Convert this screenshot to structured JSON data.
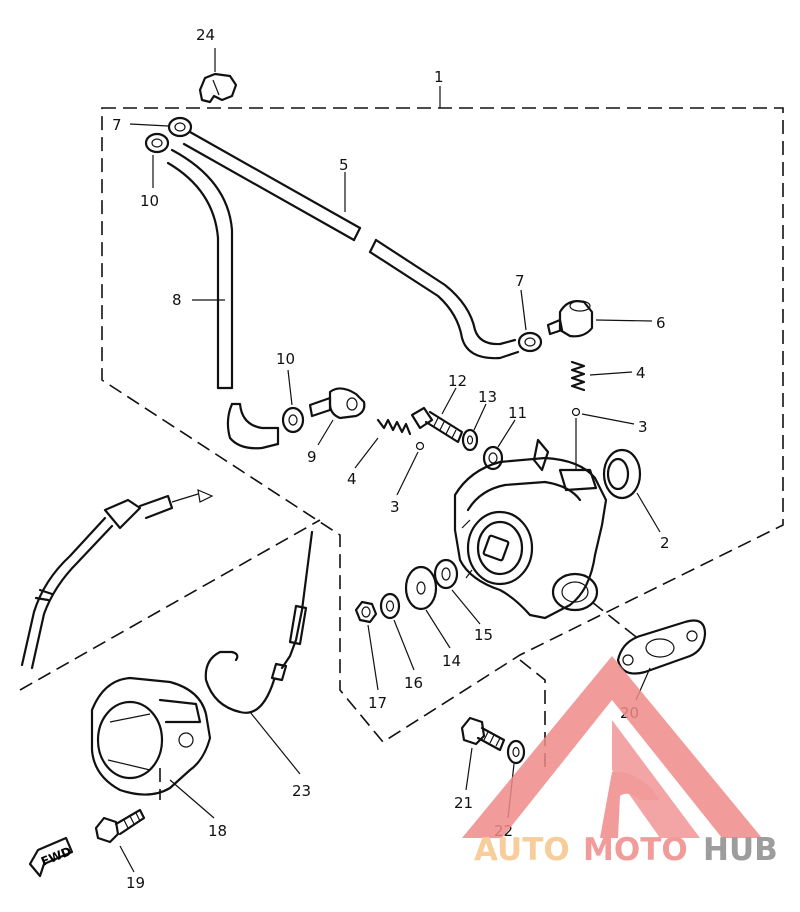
{
  "colors": {
    "line": "#111111",
    "logo_red": "#f08a8a",
    "logo_orange": "#f5c58a",
    "logo_gray": "#8c8c8c"
  },
  "callouts": [
    {
      "id": "c1",
      "text": "1"
    },
    {
      "id": "c2",
      "text": "2"
    },
    {
      "id": "c3a",
      "text": "3"
    },
    {
      "id": "c3b",
      "text": "3"
    },
    {
      "id": "c4a",
      "text": "4"
    },
    {
      "id": "c4b",
      "text": "4"
    },
    {
      "id": "c5",
      "text": "5"
    },
    {
      "id": "c6",
      "text": "6"
    },
    {
      "id": "c7a",
      "text": "7"
    },
    {
      "id": "c7b",
      "text": "7"
    },
    {
      "id": "c8",
      "text": "8"
    },
    {
      "id": "c9",
      "text": "9"
    },
    {
      "id": "c10a",
      "text": "10"
    },
    {
      "id": "c10b",
      "text": "10"
    },
    {
      "id": "c11",
      "text": "11"
    },
    {
      "id": "c12",
      "text": "12"
    },
    {
      "id": "c13",
      "text": "13"
    },
    {
      "id": "c14",
      "text": "14"
    },
    {
      "id": "c15",
      "text": "15"
    },
    {
      "id": "c16",
      "text": "16"
    },
    {
      "id": "c17",
      "text": "17"
    },
    {
      "id": "c18",
      "text": "18"
    },
    {
      "id": "c19",
      "text": "19"
    },
    {
      "id": "c20",
      "text": "20"
    },
    {
      "id": "c21",
      "text": "21"
    },
    {
      "id": "c22",
      "text": "22"
    },
    {
      "id": "c23",
      "text": "23"
    },
    {
      "id": "c24",
      "text": "24"
    }
  ],
  "fwd_label": "FWD",
  "logo": {
    "part1": "AUTO",
    "part2": "MOTO",
    "part3": "HUB"
  }
}
